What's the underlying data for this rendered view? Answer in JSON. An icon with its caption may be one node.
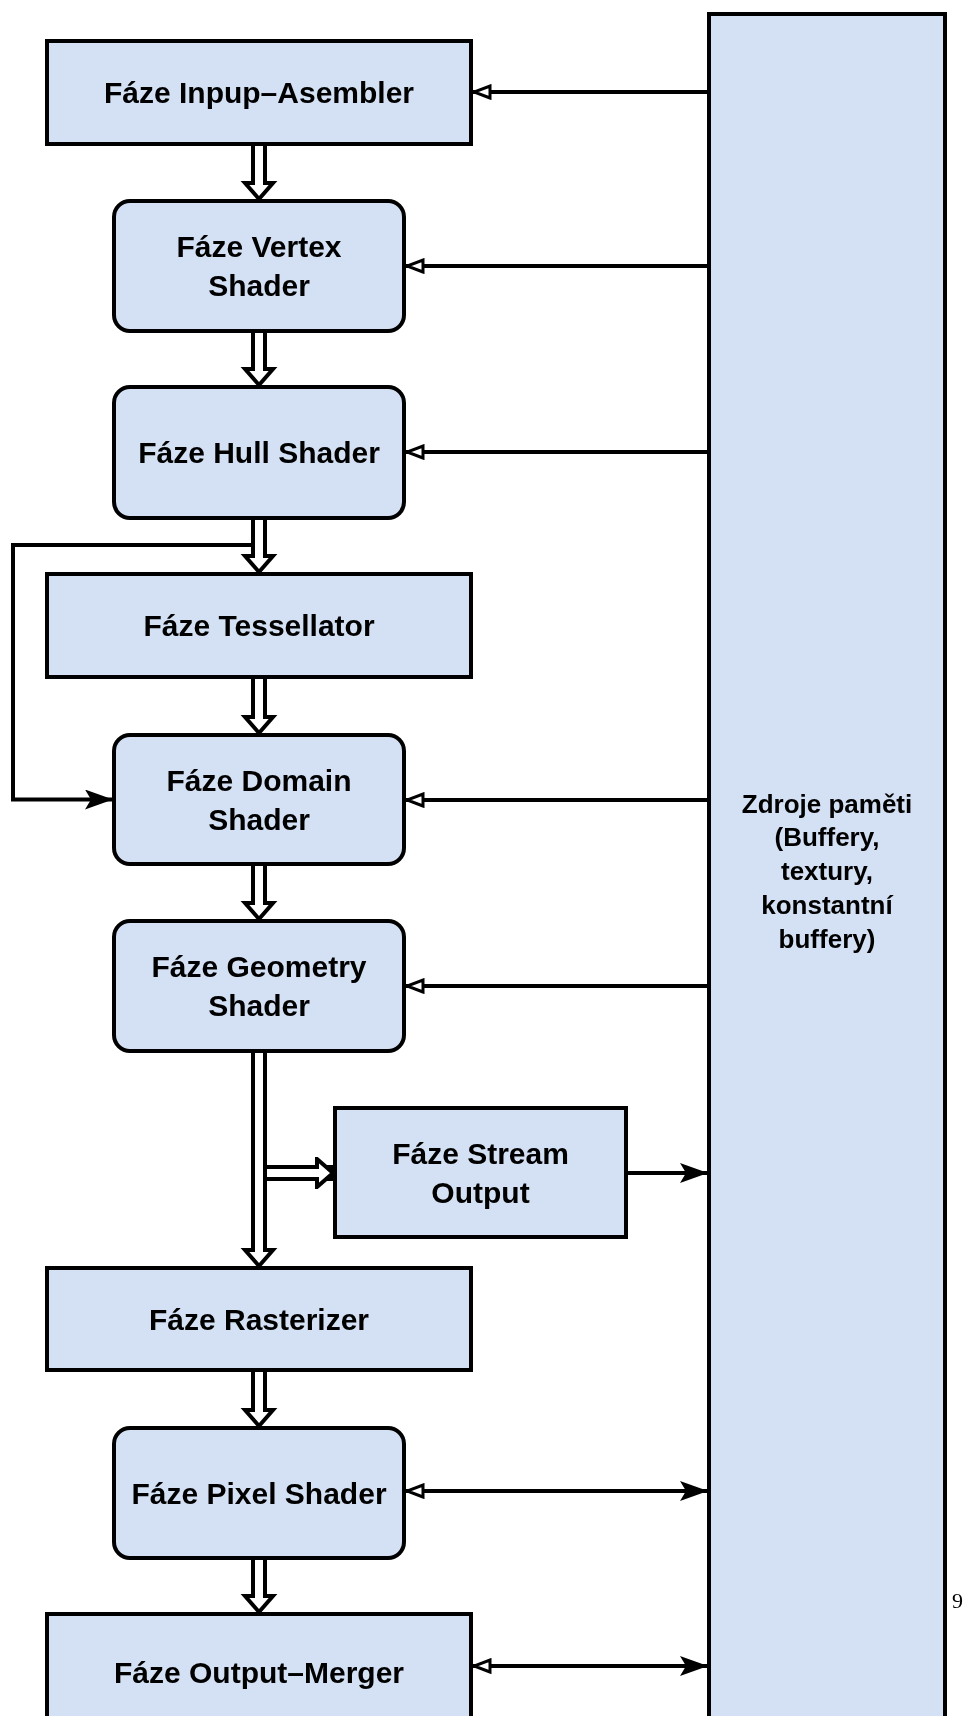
{
  "diagram": {
    "nodes": [
      {
        "text": [
          "Fáze Inpup–Asembler"
        ]
      },
      {
        "text": [
          "Fáze Vertex Shader"
        ]
      },
      {
        "text": [
          "Fáze Hull Shader"
        ]
      },
      {
        "text": [
          "Fáze Tessellator"
        ]
      },
      {
        "text": [
          "Fáze Domain Shader"
        ]
      },
      {
        "text": [
          "Fáze Geometry Shader"
        ]
      },
      {
        "text": [
          "Fáze Stream Output"
        ]
      },
      {
        "text": [
          "Fáze Rasterizer"
        ]
      },
      {
        "text": [
          "Fáze Pixel Shader"
        ]
      },
      {
        "text": [
          "Fáze Output–Merger"
        ]
      },
      {
        "text": [
          "Zdroje paměti (Buffery, textury, konstantní buffery)"
        ]
      }
    ],
    "edges": [
      {
        "from": 0,
        "to": 1,
        "arrow": "to",
        "style": "thick"
      },
      {
        "from": 1,
        "to": 2,
        "arrow": "to",
        "style": "thick"
      },
      {
        "from": 2,
        "to": 3,
        "arrow": "to",
        "style": "thick"
      },
      {
        "from": 3,
        "to": 4,
        "arrow": "to",
        "style": "thick"
      },
      {
        "from": 4,
        "to": 5,
        "arrow": "to",
        "style": "thick"
      },
      {
        "from": 5,
        "to": 6,
        "arrow": "to",
        "style": "thick"
      },
      {
        "from": 5,
        "to": 7,
        "arrow": "to",
        "style": "thick"
      },
      {
        "from": 7,
        "to": 8,
        "arrow": "to",
        "style": "thick"
      },
      {
        "from": 8,
        "to": 9,
        "arrow": "to",
        "style": "thick"
      },
      {
        "from": 2,
        "to": 4,
        "arrow": "to"
      },
      {
        "from": 10,
        "to": 0,
        "arrow": "to"
      },
      {
        "from": 10,
        "to": 1,
        "arrow": "to"
      },
      {
        "from": 10,
        "to": 2,
        "arrow": "to"
      },
      {
        "from": 10,
        "to": 4,
        "arrow": "to"
      },
      {
        "from": 10,
        "to": 5,
        "arrow": "to"
      },
      {
        "from": 6,
        "to": 10,
        "arrow": "to"
      },
      {
        "from": 8,
        "to": 10,
        "arrow": "both"
      },
      {
        "from": 9,
        "to": 10,
        "arrow": "both"
      }
    ],
    "labels": [
      "9"
    ]
  }
}
